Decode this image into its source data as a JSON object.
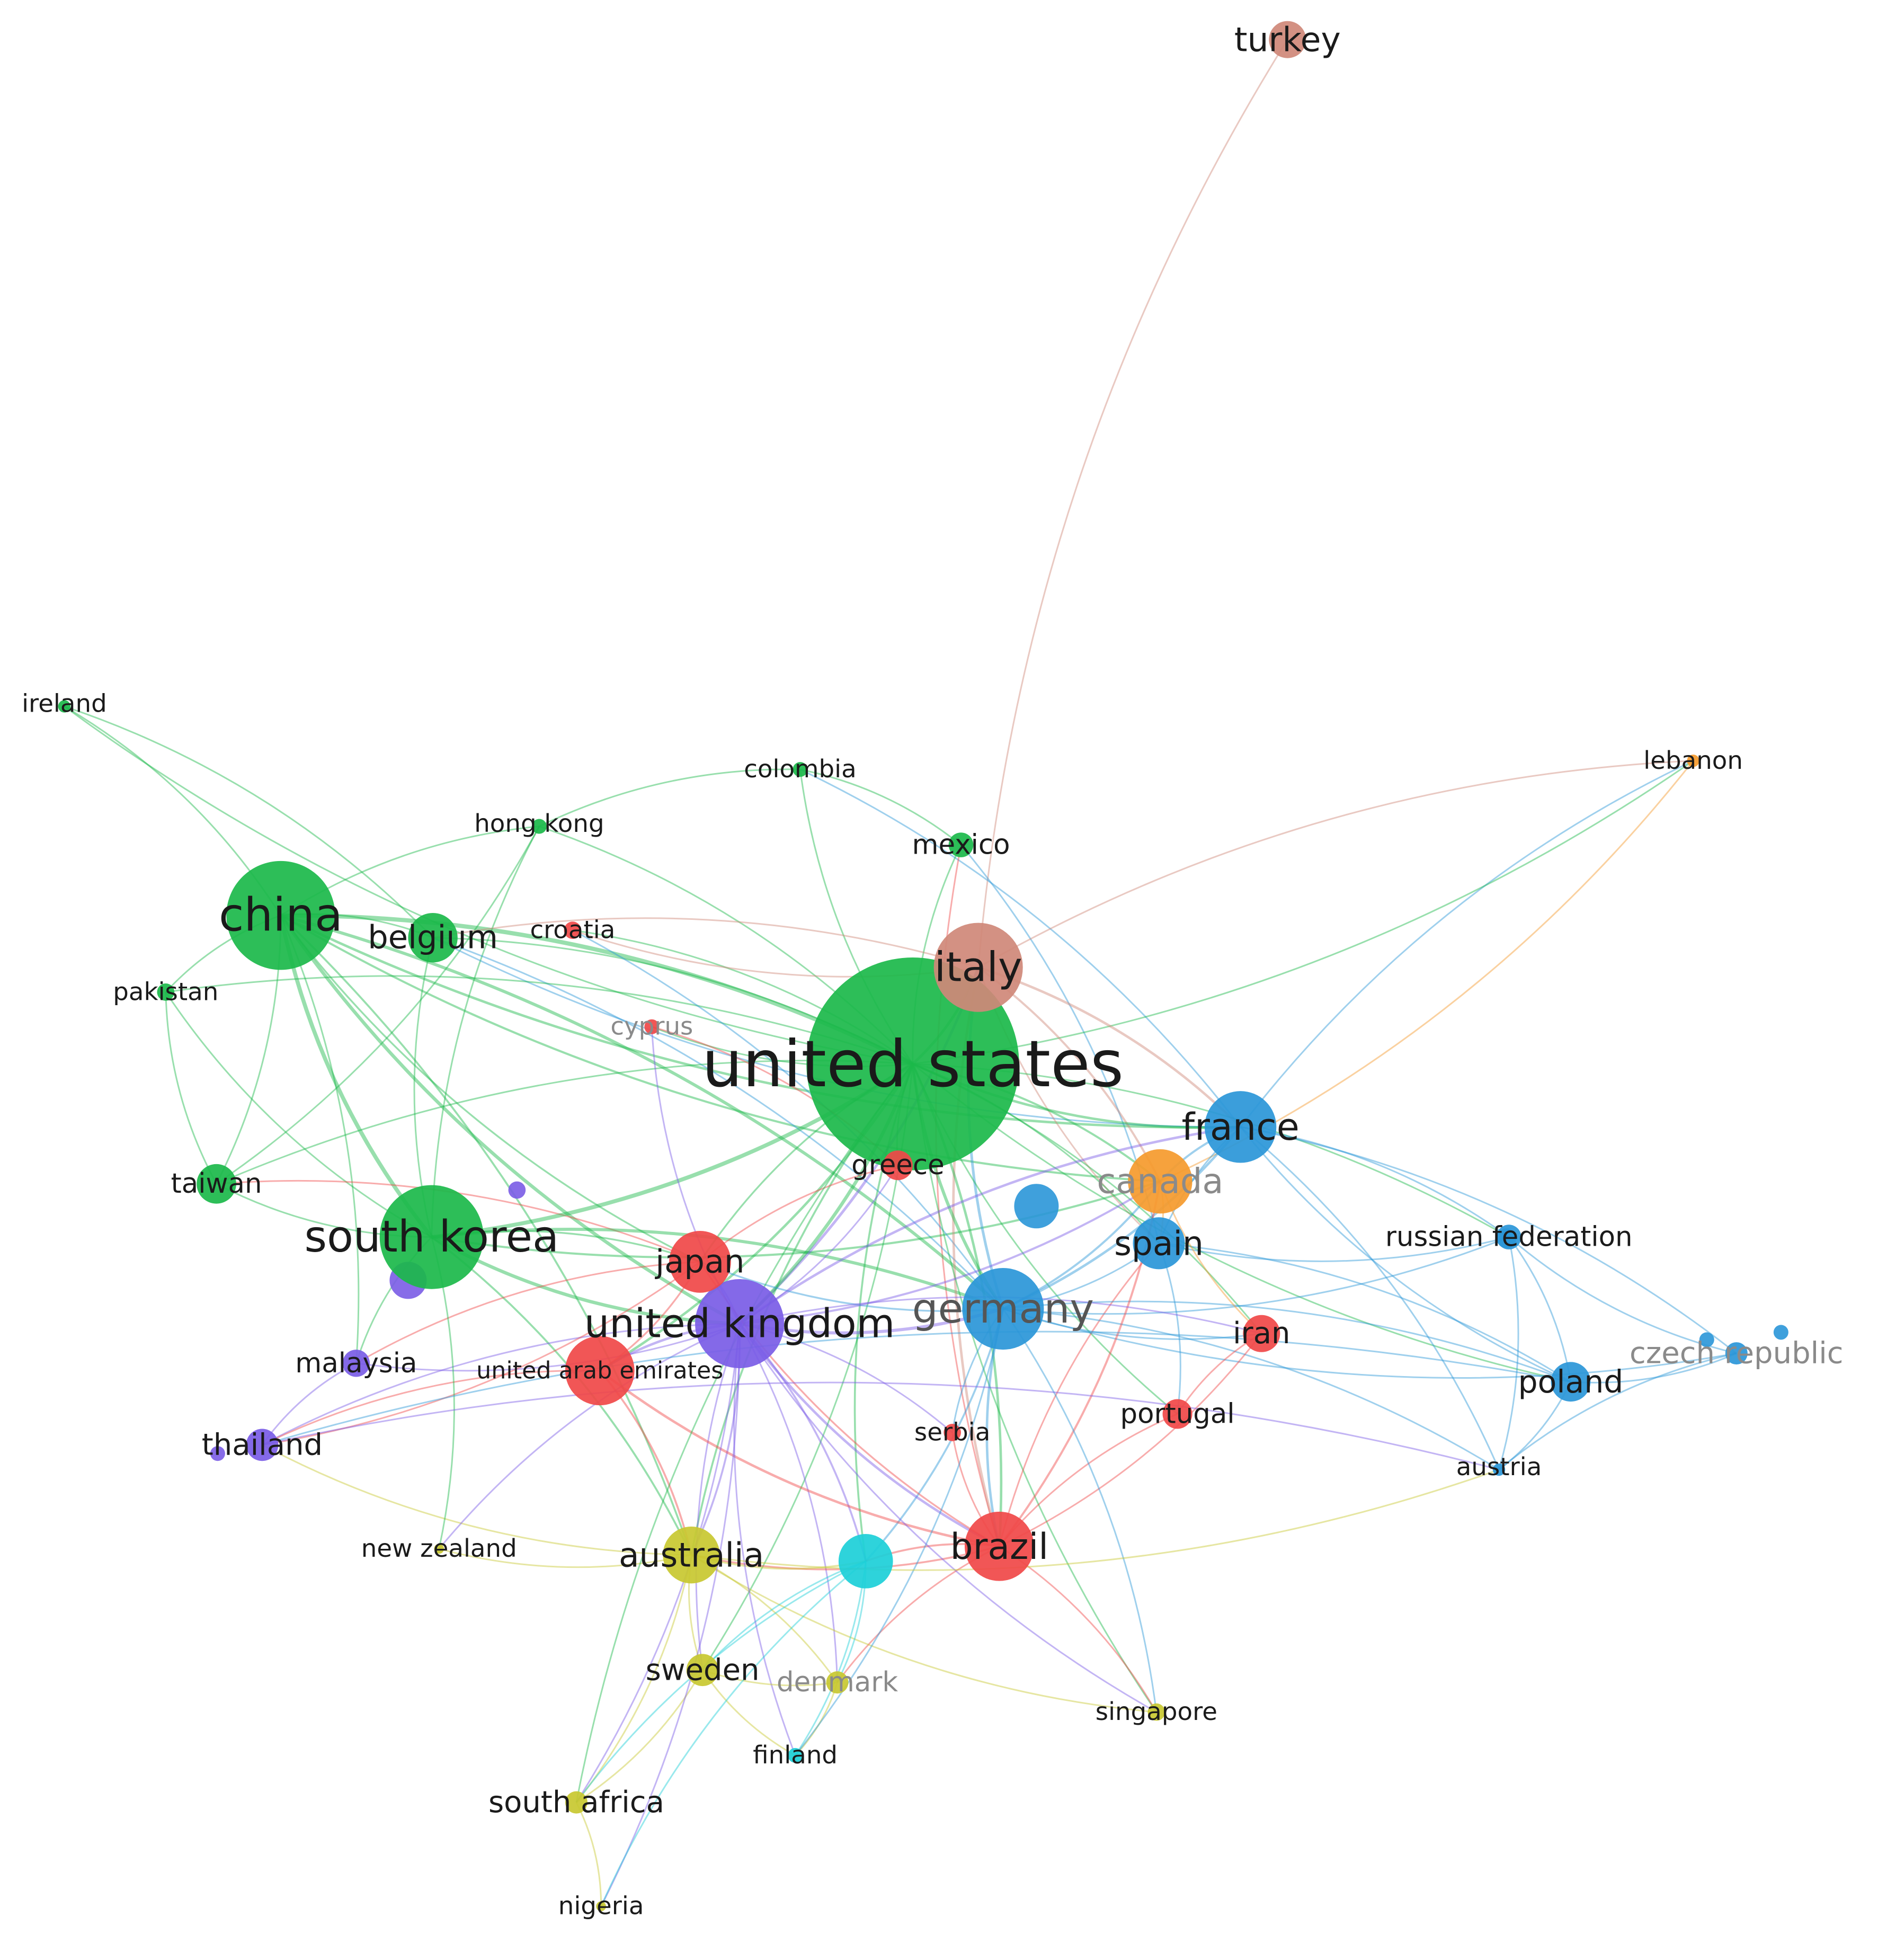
{
  "colors": {
    "green": "#1bb84a",
    "red": "#f04848",
    "blue": "#2a96d8",
    "purple": "#7a5ce6",
    "yellow": "#c8c830",
    "cyan": "#1ccfd8",
    "orange": "#f59a2c",
    "rose": "#cf8878"
  },
  "nodes": [
    {
      "id": "united-states",
      "label": "united states",
      "cluster": "green",
      "weight": 100
    },
    {
      "id": "china",
      "label": "china",
      "cluster": "green",
      "weight": 48
    },
    {
      "id": "south-korea",
      "label": "south korea",
      "cluster": "green",
      "weight": 45
    },
    {
      "id": "belgium",
      "label": "belgium",
      "cluster": "green",
      "weight": 17
    },
    {
      "id": "taiwan",
      "label": "taiwan",
      "cluster": "green",
      "weight": 10
    },
    {
      "id": "pakistan",
      "label": "pakistan",
      "cluster": "green",
      "weight": 4
    },
    {
      "id": "ireland",
      "label": "ireland",
      "cluster": "green",
      "weight": 3
    },
    {
      "id": "hong-kong",
      "label": "hong kong",
      "cluster": "green",
      "weight": 4
    },
    {
      "id": "colombia",
      "label": "colombia",
      "cluster": "green",
      "weight": 4
    },
    {
      "id": "mexico",
      "label": "mexico",
      "cluster": "green",
      "weight": 6
    },
    {
      "id": "italy",
      "label": "italy",
      "cluster": "rose",
      "weight": 30
    },
    {
      "id": "turkey",
      "label": "turkey",
      "cluster": "rose",
      "weight": 10
    },
    {
      "id": "croatia",
      "label": "croatia",
      "cluster": "red",
      "weight": 4
    },
    {
      "id": "cyprus",
      "label": "cyprus",
      "cluster": "red",
      "weight": 3
    },
    {
      "id": "greece",
      "label": "greece",
      "cluster": "red",
      "weight": 8
    },
    {
      "id": "japan",
      "label": "japan",
      "cluster": "red",
      "weight": 20
    },
    {
      "id": "united-arab-emirates",
      "label": "united arab emirates",
      "cluster": "red",
      "weight": 28
    },
    {
      "id": "serbia",
      "label": "serbia",
      "cluster": "red",
      "weight": 4
    },
    {
      "id": "brazil",
      "label": "brazil",
      "cluster": "red",
      "weight": 28
    },
    {
      "id": "iran",
      "label": "iran",
      "cluster": "red",
      "weight": 10
    },
    {
      "id": "portugal",
      "label": "portugal",
      "cluster": "red",
      "weight": 8
    },
    {
      "id": "france",
      "label": "france",
      "cluster": "blue",
      "weight": 28
    },
    {
      "id": "spain",
      "label": "spain",
      "cluster": "blue",
      "weight": 18
    },
    {
      "id": "germany",
      "label": "germany",
      "cluster": "blue",
      "weight": 35
    },
    {
      "id": "russian-federation",
      "label": "russian federation",
      "cluster": "blue",
      "weight": 8
    },
    {
      "id": "czech-republic",
      "label": "czech republic",
      "cluster": "blue",
      "weight": 5
    },
    {
      "id": "poland",
      "label": "poland",
      "cluster": "blue",
      "weight": 12
    },
    {
      "id": "austria",
      "label": "austria",
      "cluster": "blue",
      "weight": 3
    },
    {
      "id": "canada",
      "label": "canada",
      "cluster": "orange",
      "weight": 24
    },
    {
      "id": "lebanon",
      "label": "lebanon",
      "cluster": "orange",
      "weight": 3
    },
    {
      "id": "united-kingdom",
      "label": "united kingdom",
      "cluster": "purple",
      "weight": 38
    },
    {
      "id": "malaysia",
      "label": "malaysia",
      "cluster": "purple",
      "weight": 6
    },
    {
      "id": "thailand",
      "label": "thailand",
      "cluster": "purple",
      "weight": 8
    },
    {
      "id": "australia",
      "label": "australia",
      "cluster": "yellow",
      "weight": 22
    },
    {
      "id": "sweden",
      "label": "sweden",
      "cluster": "yellow",
      "weight": 10
    },
    {
      "id": "denmark",
      "label": "denmark",
      "cluster": "yellow",
      "weight": 8
    },
    {
      "id": "singapore",
      "label": "singapore",
      "cluster": "yellow",
      "weight": 4
    },
    {
      "id": "south-africa",
      "label": "south africa",
      "cluster": "yellow",
      "weight": 6
    },
    {
      "id": "nigeria",
      "label": "nigeria",
      "cluster": "yellow",
      "weight": 3
    },
    {
      "id": "new-zealand",
      "label": "new zealand",
      "cluster": "yellow",
      "weight": 3
    },
    {
      "id": "finland",
      "label": "finland",
      "cluster": "cyan",
      "weight": 4
    },
    {
      "id": "netherlands",
      "label": "",
      "cluster": "cyan",
      "weight": 22
    }
  ],
  "edges": [
    [
      "turkey",
      "italy"
    ],
    [
      "ireland",
      "china"
    ],
    [
      "ireland",
      "united-states"
    ],
    [
      "ireland",
      "belgium"
    ],
    [
      "colombia",
      "united-states"
    ],
    [
      "colombia",
      "mexico"
    ],
    [
      "colombia",
      "hong-kong"
    ],
    [
      "colombia",
      "france"
    ],
    [
      "hong-kong",
      "china"
    ],
    [
      "hong-kong",
      "united-states"
    ],
    [
      "hong-kong",
      "south-korea"
    ],
    [
      "hong-kong",
      "taiwan"
    ],
    [
      "mexico",
      "united-states"
    ],
    [
      "mexico",
      "spain"
    ],
    [
      "mexico",
      "brazil"
    ],
    [
      "lebanon",
      "canada"
    ],
    [
      "lebanon",
      "france"
    ],
    [
      "lebanon",
      "united-states"
    ],
    [
      "lebanon",
      "italy"
    ],
    [
      "china",
      "united-states"
    ],
    [
      "china",
      "south-korea"
    ],
    [
      "china",
      "taiwan"
    ],
    [
      "china",
      "pakistan"
    ],
    [
      "china",
      "belgium"
    ],
    [
      "china",
      "united-kingdom"
    ],
    [
      "china",
      "australia"
    ],
    [
      "china",
      "japan"
    ],
    [
      "china",
      "germany"
    ],
    [
      "china",
      "canada"
    ],
    [
      "china",
      "malaysia"
    ],
    [
      "china",
      "france"
    ],
    [
      "belgium",
      "united-states"
    ],
    [
      "belgium",
      "south-korea"
    ],
    [
      "belgium",
      "germany"
    ],
    [
      "belgium",
      "france"
    ],
    [
      "belgium",
      "italy"
    ],
    [
      "pakistan",
      "south-korea"
    ],
    [
      "pakistan",
      "united-states"
    ],
    [
      "pakistan",
      "taiwan"
    ],
    [
      "taiwan",
      "united-states"
    ],
    [
      "taiwan",
      "south-korea"
    ],
    [
      "taiwan",
      "japan"
    ],
    [
      "south-korea",
      "united-states"
    ],
    [
      "south-korea",
      "japan"
    ],
    [
      "south-korea",
      "united-kingdom"
    ],
    [
      "south-korea",
      "germany"
    ],
    [
      "south-korea",
      "canada"
    ],
    [
      "south-korea",
      "australia"
    ],
    [
      "south-korea",
      "malaysia"
    ],
    [
      "croatia",
      "united-states"
    ],
    [
      "croatia",
      "italy"
    ],
    [
      "croatia",
      "germany"
    ],
    [
      "cyprus",
      "united-states"
    ],
    [
      "cyprus",
      "greece"
    ],
    [
      "cyprus",
      "united-kingdom"
    ],
    [
      "italy",
      "united-states"
    ],
    [
      "italy",
      "germany"
    ],
    [
      "italy",
      "france"
    ],
    [
      "italy",
      "spain"
    ],
    [
      "italy",
      "united-kingdom"
    ],
    [
      "italy",
      "brazil"
    ],
    [
      "italy",
      "canada"
    ],
    [
      "united-states",
      "france"
    ],
    [
      "united-states",
      "canada"
    ],
    [
      "united-states",
      "germany"
    ],
    [
      "united-states",
      "united-kingdom"
    ],
    [
      "united-states",
      "japan"
    ],
    [
      "united-states",
      "spain"
    ],
    [
      "united-states",
      "greece"
    ],
    [
      "united-states",
      "brazil"
    ],
    [
      "united-states",
      "australia"
    ],
    [
      "united-states",
      "iran"
    ],
    [
      "united-states",
      "netherlands"
    ],
    [
      "united-states",
      "russian-federation"
    ],
    [
      "united-states",
      "poland"
    ],
    [
      "united-states",
      "united-arab-emirates"
    ],
    [
      "united-states",
      "singapore"
    ],
    [
      "united-states",
      "sweden"
    ],
    [
      "united-states",
      "portugal"
    ],
    [
      "france",
      "germany"
    ],
    [
      "france",
      "spain"
    ],
    [
      "france",
      "russian-federation"
    ],
    [
      "france",
      "poland"
    ],
    [
      "france",
      "czech-republic"
    ],
    [
      "france",
      "canada"
    ],
    [
      "france",
      "austria"
    ],
    [
      "france",
      "united-kingdom"
    ],
    [
      "spain",
      "germany"
    ],
    [
      "spain",
      "russian-federation"
    ],
    [
      "spain",
      "poland"
    ],
    [
      "spain",
      "brazil"
    ],
    [
      "spain",
      "portugal"
    ],
    [
      "spain",
      "canada"
    ],
    [
      "germany",
      "united-kingdom"
    ],
    [
      "germany",
      "russian-federation"
    ],
    [
      "germany",
      "poland"
    ],
    [
      "germany",
      "czech-republic"
    ],
    [
      "germany",
      "austria"
    ],
    [
      "germany",
      "brazil"
    ],
    [
      "germany",
      "netherlands"
    ],
    [
      "germany",
      "iran"
    ],
    [
      "germany",
      "japan"
    ],
    [
      "germany",
      "canada"
    ],
    [
      "russian-federation",
      "poland"
    ],
    [
      "russian-federation",
      "czech-republic"
    ],
    [
      "russian-federation",
      "austria"
    ],
    [
      "poland",
      "czech-republic"
    ],
    [
      "poland",
      "austria"
    ],
    [
      "czech-republic",
      "austria"
    ],
    [
      "canada",
      "united-kingdom"
    ],
    [
      "canada",
      "iran"
    ],
    [
      "canada",
      "brazil"
    ],
    [
      "united-kingdom",
      "japan"
    ],
    [
      "united-kingdom",
      "malaysia"
    ],
    [
      "united-kingdom",
      "thailand"
    ],
    [
      "united-kingdom",
      "australia"
    ],
    [
      "united-kingdom",
      "brazil"
    ],
    [
      "united-kingdom",
      "netherlands"
    ],
    [
      "united-kingdom",
      "united-arab-emirates"
    ],
    [
      "united-kingdom",
      "serbia"
    ],
    [
      "united-kingdom",
      "greece"
    ],
    [
      "united-kingdom",
      "iran"
    ],
    [
      "united-kingdom",
      "sweden"
    ],
    [
      "united-kingdom",
      "denmark"
    ],
    [
      "malaysia",
      "thailand"
    ],
    [
      "malaysia",
      "japan"
    ],
    [
      "thailand",
      "japan"
    ],
    [
      "thailand",
      "united-arab-emirates"
    ],
    [
      "thailand",
      "australia"
    ],
    [
      "japan",
      "united-arab-emirates"
    ],
    [
      "japan",
      "brazil"
    ],
    [
      "japan",
      "greece"
    ],
    [
      "united-arab-emirates",
      "brazil"
    ],
    [
      "united-arab-emirates",
      "australia"
    ],
    [
      "serbia",
      "brazil"
    ],
    [
      "serbia",
      "germany"
    ],
    [
      "iran",
      "portugal"
    ],
    [
      "iran",
      "brazil"
    ],
    [
      "portugal",
      "brazil"
    ],
    [
      "brazil",
      "australia"
    ],
    [
      "brazil",
      "netherlands"
    ],
    [
      "brazil",
      "singapore"
    ],
    [
      "brazil",
      "denmark"
    ],
    [
      "australia",
      "new-zealand"
    ],
    [
      "australia",
      "sweden"
    ],
    [
      "australia",
      "south-africa"
    ],
    [
      "australia",
      "netherlands"
    ],
    [
      "australia",
      "denmark"
    ],
    [
      "australia",
      "singapore"
    ],
    [
      "netherlands",
      "finland"
    ],
    [
      "netherlands",
      "sweden"
    ],
    [
      "netherlands",
      "denmark"
    ],
    [
      "netherlands",
      "south-africa"
    ],
    [
      "finland",
      "sweden"
    ],
    [
      "finland",
      "denmark"
    ],
    [
      "finland",
      "united-kingdom"
    ],
    [
      "finland",
      "germany"
    ],
    [
      "sweden",
      "south-africa"
    ],
    [
      "sweden",
      "denmark"
    ],
    [
      "south-africa",
      "nigeria"
    ],
    [
      "south-africa",
      "united-kingdom"
    ],
    [
      "south-africa",
      "united-states"
    ],
    [
      "nigeria",
      "united-kingdom"
    ],
    [
      "nigeria",
      "netherlands"
    ],
    [
      "new-zealand",
      "south-korea"
    ],
    [
      "new-zealand",
      "united-kingdom"
    ],
    [
      "singapore",
      "germany"
    ],
    [
      "singapore",
      "united-kingdom"
    ],
    [
      "austria",
      "thailand"
    ],
    [
      "austria",
      "australia"
    ],
    [
      "poland",
      "thailand"
    ]
  ]
}
